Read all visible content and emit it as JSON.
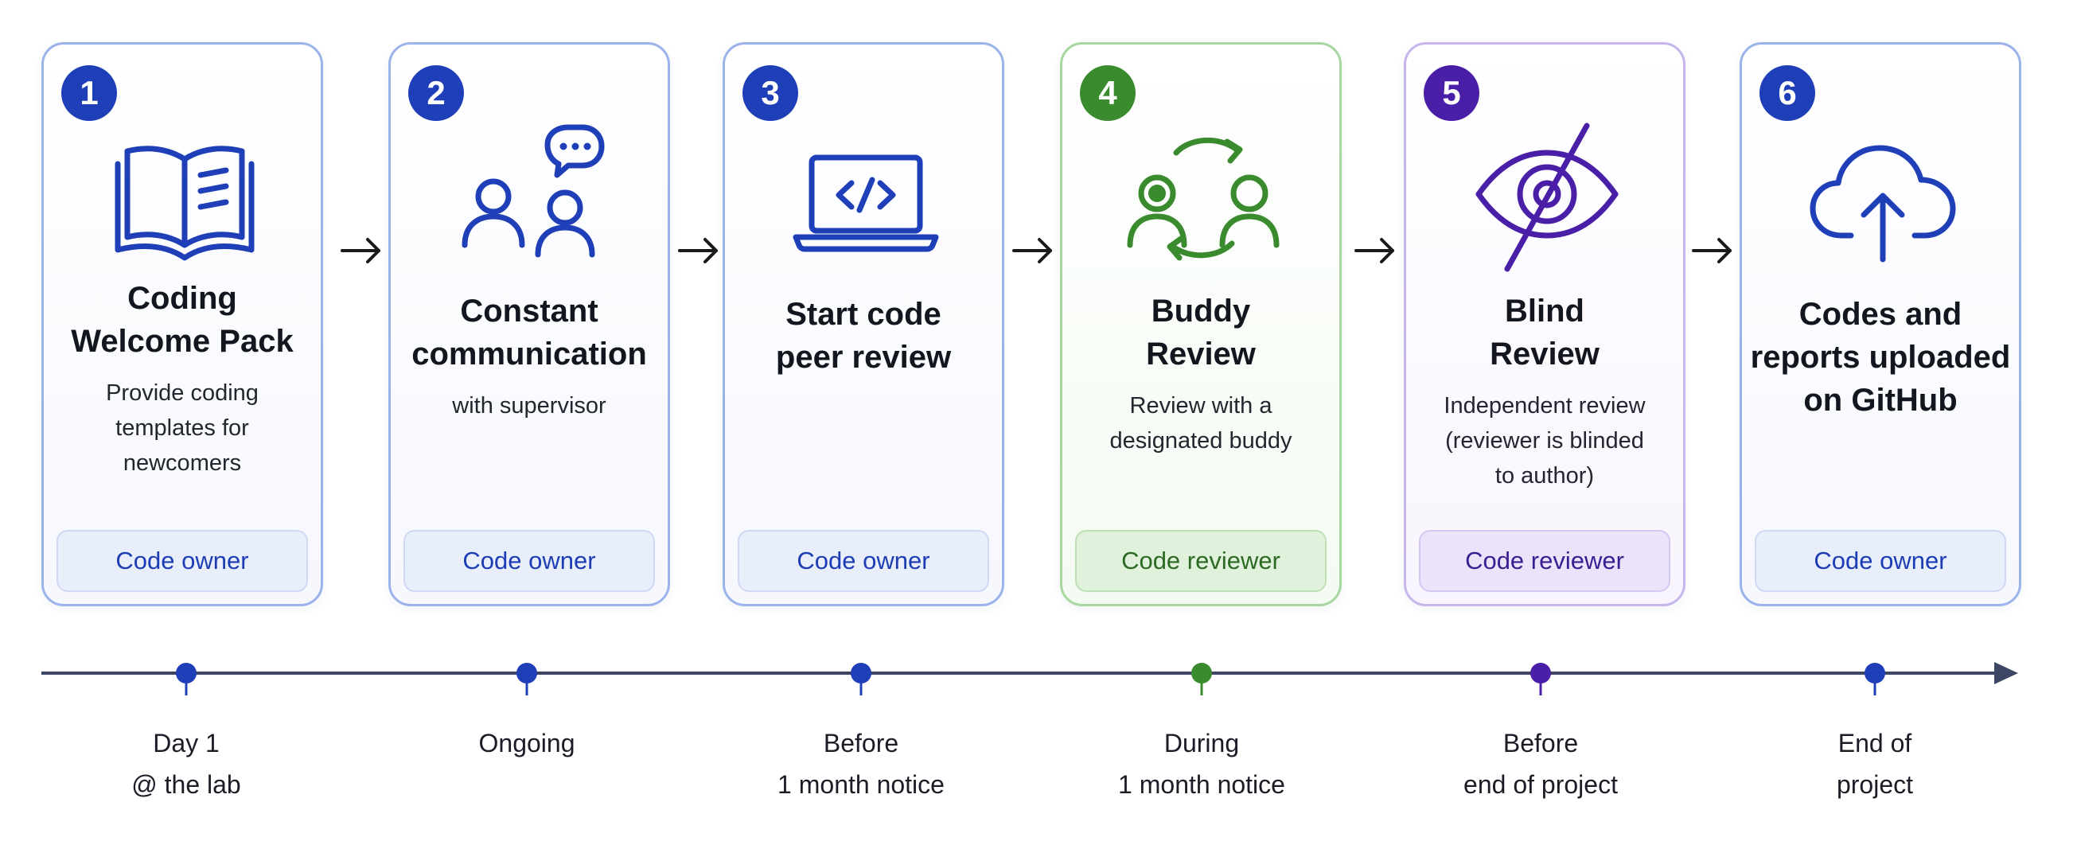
{
  "colors": {
    "blue": "#1f3fb8",
    "green": "#3a8a2e",
    "purple": "#4a1fa8",
    "timeline": "#3d4765"
  },
  "steps": [
    {
      "number": "1",
      "icon": "open-book-icon",
      "title_line1": "Coding",
      "title_line2": "Welcome Pack",
      "title_line3": "",
      "desc_line1": "Provide coding",
      "desc_line2": "templates for",
      "desc_line3": "newcomers",
      "role": "Code owner"
    },
    {
      "number": "2",
      "icon": "people-chat-icon",
      "title_line1": "Constant",
      "title_line2": "communication",
      "title_line3": "",
      "desc_line1": "with supervisor",
      "desc_line2": "",
      "desc_line3": "",
      "role": "Code owner"
    },
    {
      "number": "3",
      "icon": "laptop-code-icon",
      "title_line1": "Start code",
      "title_line2": "peer review",
      "title_line3": "",
      "desc_line1": "",
      "desc_line2": "",
      "desc_line3": "",
      "role": "Code owner"
    },
    {
      "number": "4",
      "icon": "buddy-exchange-icon",
      "title_line1": "Buddy",
      "title_line2": "Review",
      "title_line3": "",
      "desc_line1": "Review with a",
      "desc_line2": "designated buddy",
      "desc_line3": "",
      "role": "Code reviewer"
    },
    {
      "number": "5",
      "icon": "eye-slash-icon",
      "title_line1": "Blind",
      "title_line2": "Review",
      "title_line3": "",
      "desc_line1": "Independent review",
      "desc_line2": "(reviewer is blinded",
      "desc_line3": "to author)",
      "role": "Code reviewer"
    },
    {
      "number": "6",
      "icon": "cloud-upload-icon",
      "title_line1": "Codes and",
      "title_line2": "reports uploaded",
      "title_line3": "on GitHub",
      "desc_line1": "",
      "desc_line2": "",
      "desc_line3": "",
      "role": "Code owner"
    }
  ],
  "timeline": [
    {
      "line1": "Day 1",
      "line2": "@ the lab"
    },
    {
      "line1": "Ongoing",
      "line2": ""
    },
    {
      "line1": "Before",
      "line2": "1 month notice"
    },
    {
      "line1": "During",
      "line2": "1 month notice"
    },
    {
      "line1": "Before",
      "line2": "end of project"
    },
    {
      "line1": "End of",
      "line2": "project"
    }
  ]
}
